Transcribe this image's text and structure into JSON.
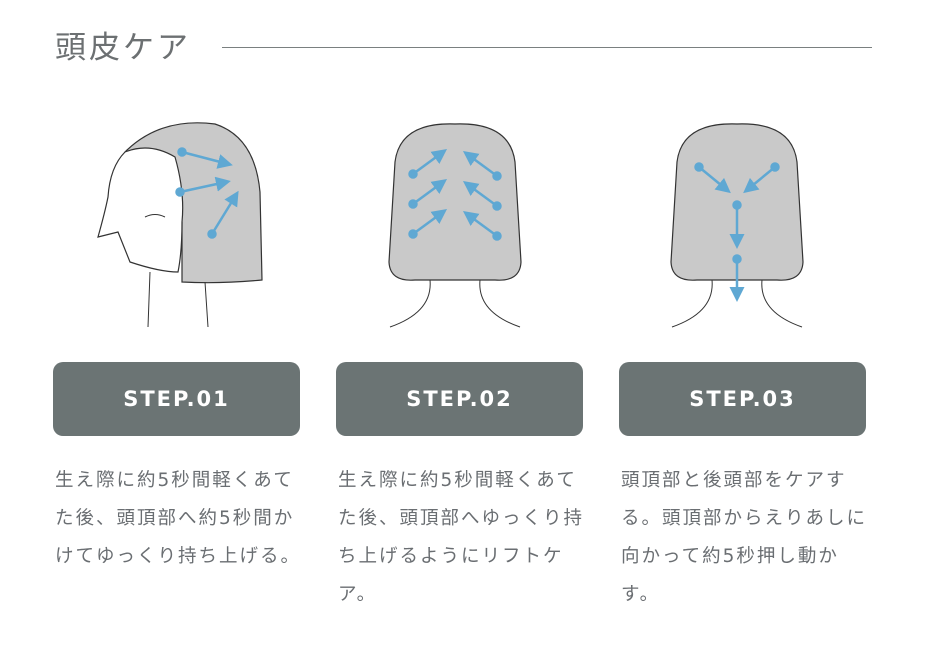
{
  "title": "頭皮ケア",
  "accent": "#5fa8d3",
  "steps": [
    {
      "label": "STEP.01",
      "text": "生え際に約5秒間軽くあてた後、頭頂部へ約5秒間かけてゆっくり持ち上げる。"
    },
    {
      "label": "STEP.02",
      "text": "生え際に約5秒間軽くあてた後、頭頂部へゆっくり持ち上げるようにリフトケア。"
    },
    {
      "label": "STEP.03",
      "text": "頭頂部と後頭部をケアする。頭頂部からえりあしに向かって約5秒押し動かす。"
    }
  ]
}
